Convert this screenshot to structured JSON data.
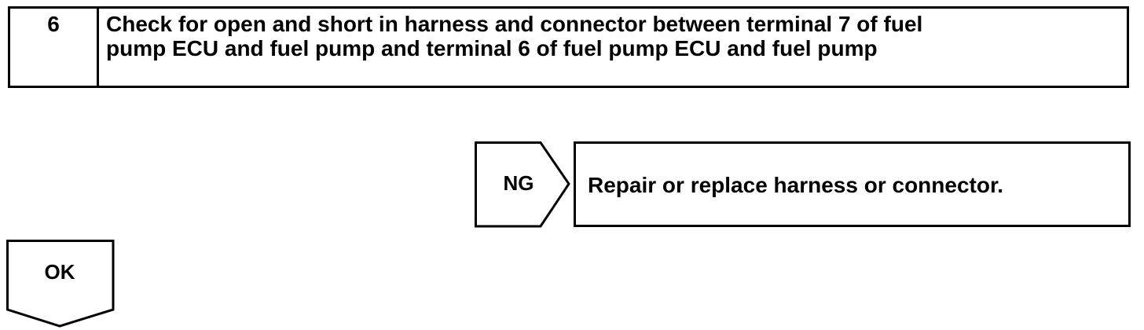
{
  "step": {
    "number": "6",
    "title_line1": "Check for open and short in harness and connector between terminal 7 of fuel",
    "title_line2": "pump ECU and fuel pump and terminal 6 of fuel pump ECU and fuel pump"
  },
  "ng_branch": {
    "label": "NG",
    "action": "Repair or replace harness or connector."
  },
  "ok_branch": {
    "label": "OK"
  }
}
